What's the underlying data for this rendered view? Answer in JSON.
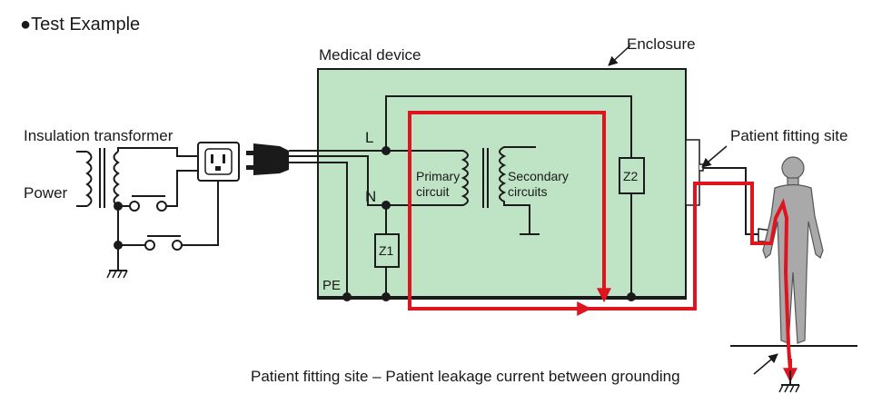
{
  "title": "●Test Example",
  "labels": {
    "medical_device": "Medical device",
    "enclosure": "Enclosure",
    "insulation_transformer": "Insulation transformer",
    "power": "Power",
    "patient_fitting_site": "Patient fitting site",
    "line": "L",
    "neutral": "N",
    "protective_earth": "PE",
    "primary_circuit_line1": "Primary",
    "primary_circuit_line2": "circuit",
    "secondary_circuits_line1": "Secondary",
    "secondary_circuits_line2": "circuits",
    "impedance_z1": "Z1",
    "impedance_z2": "Z2",
    "caption": "Patient fitting site – Patient leakage current between grounding"
  },
  "colors": {
    "device_fill": "#bfe3c5",
    "leakage_path": "#e0141e",
    "body_fill": "#a9a9a9"
  },
  "icons": [
    "ground-icon",
    "outlet-icon",
    "plug-icon",
    "human-body-icon",
    "transformer-icon",
    "switch-icon"
  ]
}
